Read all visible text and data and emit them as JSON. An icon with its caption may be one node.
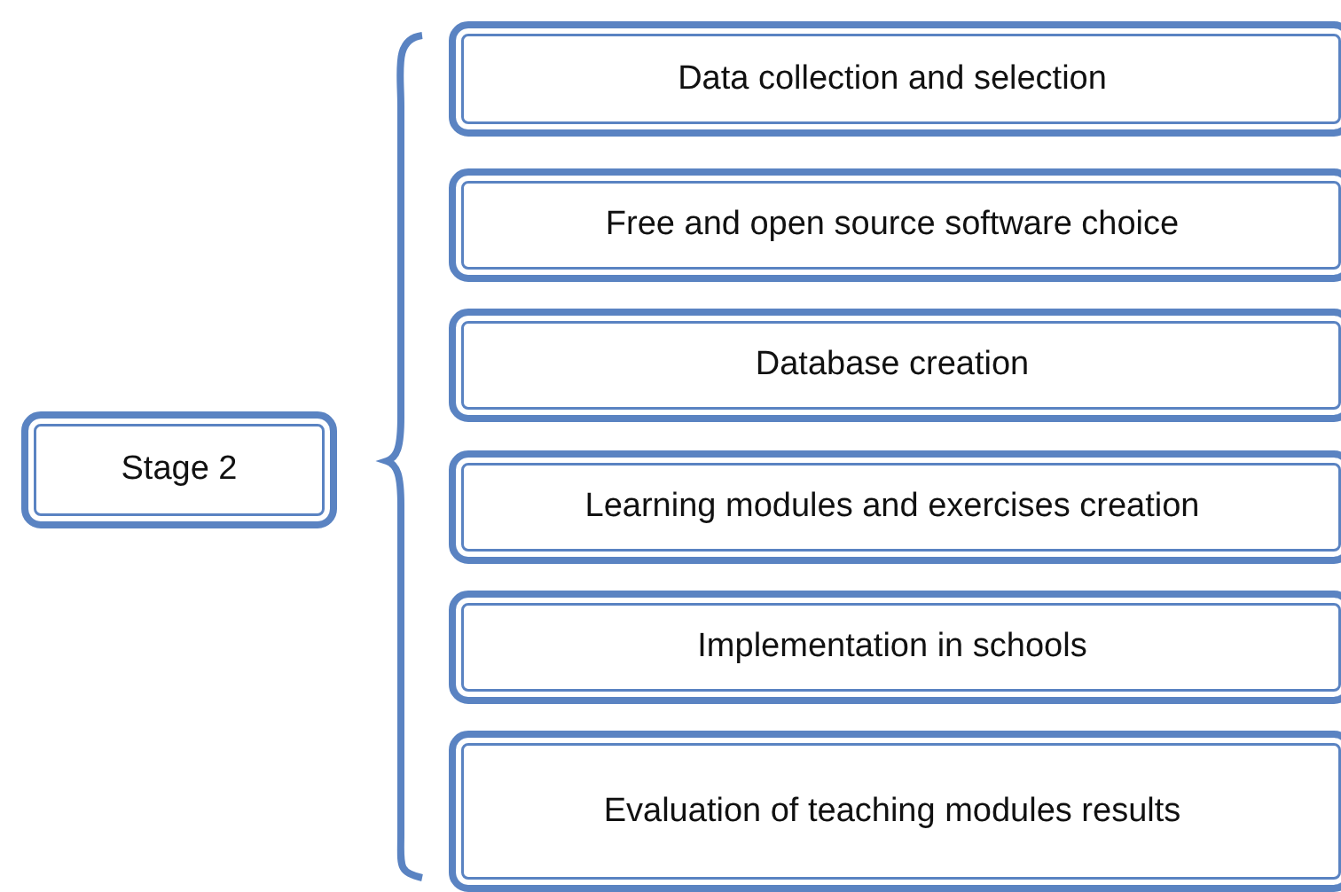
{
  "diagram": {
    "nodes": [
      {
        "text": [
          "Stage 2"
        ]
      },
      {
        "text": [
          "Data collection and selection"
        ]
      },
      {
        "text": [
          "Free and open source software choice"
        ]
      },
      {
        "text": [
          "Database creation"
        ]
      },
      {
        "text": [
          "Learning modules and exercises creation"
        ]
      },
      {
        "text": [
          "Implementation in schools"
        ]
      },
      {
        "text": [
          "Evaluation of teaching modules results"
        ]
      }
    ]
  }
}
